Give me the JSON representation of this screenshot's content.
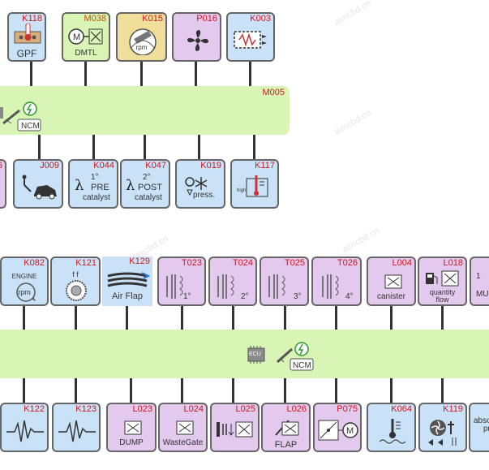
{
  "watermark": "aimcbd.cn",
  "bus_top": {
    "code": "M005"
  },
  "ncm_label": "NCM",
  "ecu_label": "ECU",
  "top_row": [
    {
      "code": "K118",
      "label": "GPF"
    },
    {
      "code": "M038",
      "label": "DMTL"
    },
    {
      "code": "K015",
      "label": "rpm"
    },
    {
      "code": "P016",
      "label": ""
    },
    {
      "code": "K003",
      "label": ""
    }
  ],
  "mid_row": [
    {
      "code": "6",
      "label": ""
    },
    {
      "code": "J009",
      "label": ""
    },
    {
      "code": "K044",
      "label": "1°",
      "label2": "PRE",
      "label3": "catalyst"
    },
    {
      "code": "K047",
      "label": "2°",
      "label2": "POST",
      "label3": "catalyst"
    },
    {
      "code": "K019",
      "label": "press."
    },
    {
      "code": "K117",
      "label": "high"
    }
  ],
  "lower_row": [
    {
      "code": "K082",
      "label": "ENGINE",
      "label2": "rpm"
    },
    {
      "code": "K121",
      "label": "f  f"
    },
    {
      "code": "K129",
      "label": "Air Flap"
    },
    {
      "code": "T023",
      "label": "1°"
    },
    {
      "code": "T024",
      "label": "2°"
    },
    {
      "code": "T025",
      "label": "3°"
    },
    {
      "code": "T026",
      "label": "4°"
    },
    {
      "code": "L004",
      "label": "canister"
    },
    {
      "code": "L018",
      "label": "quantity",
      "label2": "flow"
    },
    {
      "code": "",
      "label": "1",
      "label2": "MU"
    }
  ],
  "bottom_row": [
    {
      "code": "K122",
      "label": ""
    },
    {
      "code": "K123",
      "label": ""
    },
    {
      "code": "L023",
      "label": "DUMP"
    },
    {
      "code": "L024",
      "label": "WasteGate"
    },
    {
      "code": "L025",
      "label": ""
    },
    {
      "code": "L026",
      "label": "FLAP"
    },
    {
      "code": "P075",
      "label": ""
    },
    {
      "code": "K064",
      "label": ""
    },
    {
      "code": "K119",
      "label": ""
    },
    {
      "code": "",
      "label": "abso",
      "label2": "pr"
    }
  ]
}
